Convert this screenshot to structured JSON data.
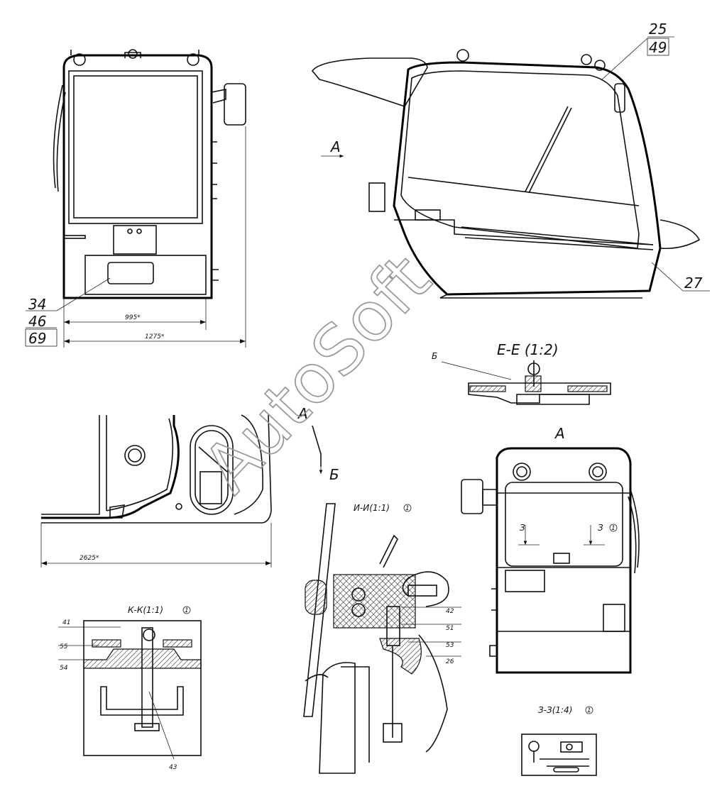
{
  "views": {
    "section_ee": "Е-Е (1:2)",
    "view_a_top": "А",
    "view_a": "А",
    "view_a_arrow": "А",
    "view_b": "Б",
    "section_ii": "И-И(1:1)",
    "section_kk": "К-К(1:1)",
    "section_zz": "З-З(1:4)",
    "z_mark": "З",
    "rev_mark": "1"
  },
  "dimensions": {
    "width_inner": "995*",
    "width_outer": "1275*",
    "length": "2625*"
  },
  "callouts": {
    "c25": "25",
    "c49": "49",
    "c27": "27",
    "c34": "34",
    "c46": "46",
    "c69": "69",
    "c41": "41",
    "c55": "55",
    "c54": "54",
    "c43": "43",
    "c42": "42",
    "c51": "51",
    "c53": "53",
    "c26": "26",
    "b_ref": "Б"
  },
  "watermark": "AutoSoft"
}
